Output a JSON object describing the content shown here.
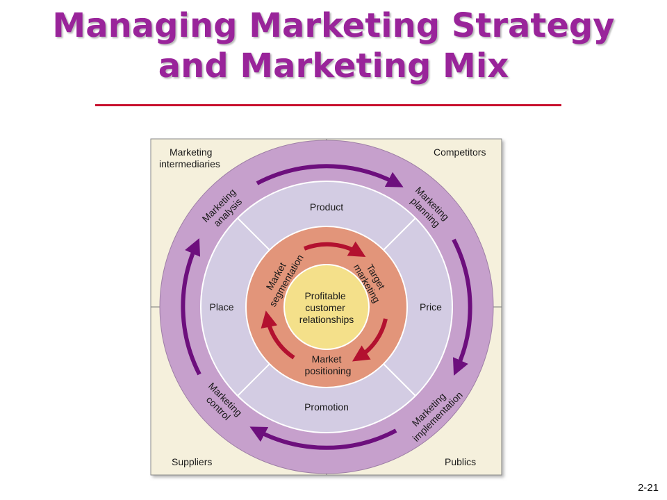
{
  "title": {
    "line1": "Managing Marketing Strategy",
    "line2": "and Marketing Mix"
  },
  "slide_number": "2-21",
  "colors": {
    "title": "#99249a",
    "rule": "#c8102e",
    "panel_background": "#f5f0dc",
    "outer_ring": "#c6a0cc",
    "mix_ring": "#d3cce3",
    "inner_ring": "#e2957a",
    "center": "#f4e08a",
    "outer_arrows": "#6d0f7d",
    "inner_arrows": "#b3112f"
  },
  "diagram": {
    "corners": {
      "top_left_line1": "Marketing",
      "top_left_line2": "intermediaries",
      "top_right": "Competitors",
      "bottom_left": "Suppliers",
      "bottom_right": "Publics"
    },
    "process": {
      "analysis_line1": "Marketing",
      "analysis_line2": "analysis",
      "planning_line1": "Marketing",
      "planning_line2": "planning",
      "implementation_line1": "Marketing",
      "implementation_line2": "implementation",
      "control_line1": "Marketing",
      "control_line2": "control"
    },
    "mix": {
      "product": "Product",
      "price": "Price",
      "place": "Place",
      "promotion": "Promotion"
    },
    "strategy": {
      "segmentation_line1": "Market",
      "segmentation_line2": "segmentation",
      "targeting_line1": "Target",
      "targeting_line2": "marketing",
      "positioning_line1": "Market",
      "positioning_line2": "positioning"
    },
    "center": {
      "line1": "Profitable",
      "line2": "customer",
      "line3": "relationships"
    }
  }
}
